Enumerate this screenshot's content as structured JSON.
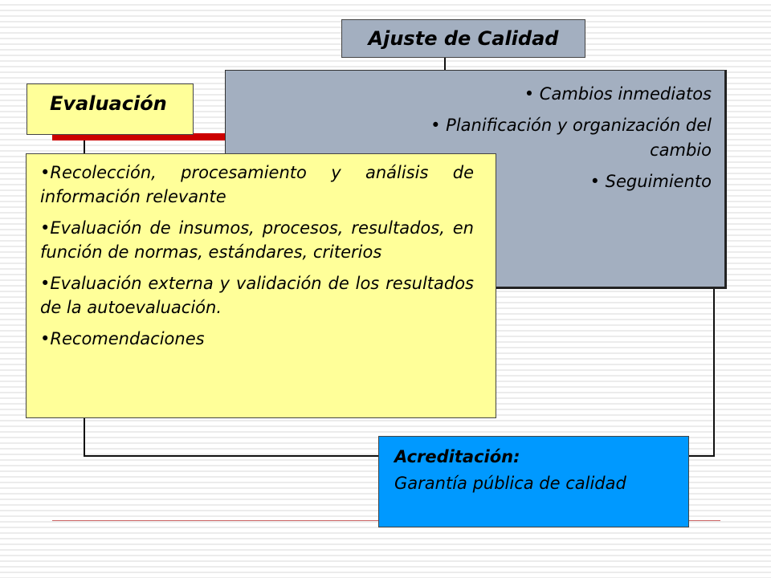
{
  "diagram": {
    "ajuste": {
      "title": "Ajuste de Calidad"
    },
    "evaluacion": {
      "title": "Evaluación"
    },
    "gray_items": [
      "• Cambios inmediatos",
      "• Planificación y organización del cambio",
      "• Seguimiento"
    ],
    "yellow_items": [
      "•Recolección, procesamiento y análisis de información relevante",
      "•Evaluación de insumos, procesos, resultados, en función de normas, estándares, criterios",
      "•Evaluación externa y validación de los resultados de la autoevaluación.",
      "•Recomendaciones"
    ],
    "acreditacion": {
      "title": "Acreditación:",
      "subtitle": "Garantía pública de calidad"
    }
  },
  "colors": {
    "gray_box": "#a3afc0",
    "yellow_box": "#ffff99",
    "blue_box": "#0099ff",
    "accent_red": "#cc0000"
  }
}
